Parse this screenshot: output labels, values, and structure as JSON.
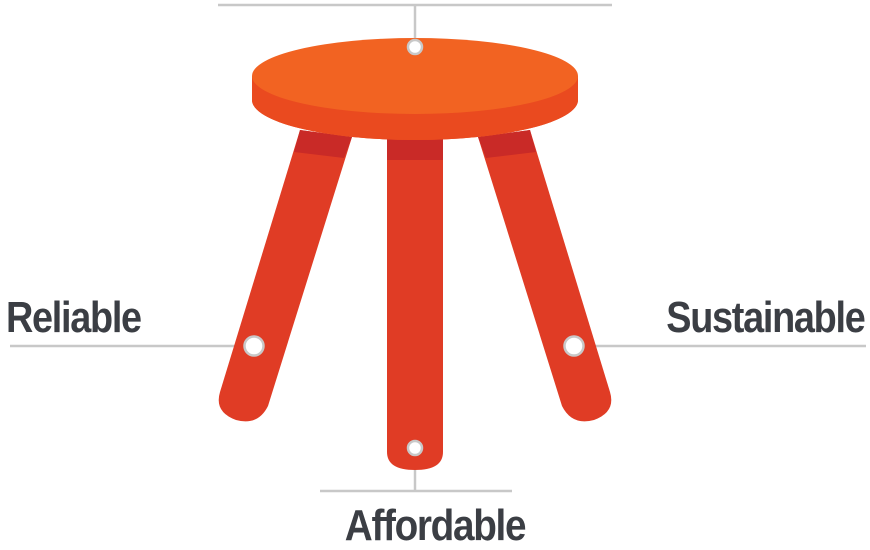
{
  "labels": {
    "left": "Reliable",
    "right": "Sustainable",
    "bottom": "Affordable"
  },
  "colors": {
    "seat_top": "#f26322",
    "seat_rim": "#ea4a1f",
    "leg": "#e03c25",
    "leg_shadow": "#c92a27",
    "leader_line": "#c8c8c8",
    "text": "#3b3e44"
  }
}
